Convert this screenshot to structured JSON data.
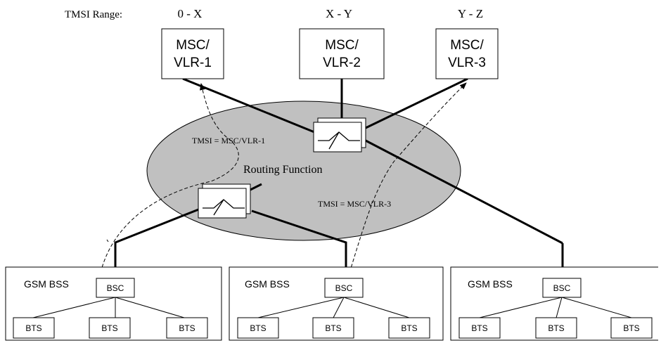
{
  "header": {
    "range_label": "TMSI Range:",
    "ranges": [
      "0 - X",
      "X - Y",
      "Y - Z"
    ]
  },
  "msc": [
    {
      "line1": "MSC/",
      "line2": "VLR-1"
    },
    {
      "line1": "MSC/",
      "line2": "VLR-2"
    },
    {
      "line1": "MSC/",
      "line2": "VLR-3"
    }
  ],
  "routing": {
    "label": "Routing Function",
    "fill_color": "#c0c0c0",
    "tmsi_label_1": "TMSI = MSC/VLR-1",
    "tmsi_label_3": "TMSI = MSC/VLR-3"
  },
  "bss": [
    {
      "title": "GSM BSS",
      "bsc": "BSC",
      "bts": [
        "BTS",
        "BTS",
        "BTS"
      ]
    },
    {
      "title": "GSM BSS",
      "bsc": "BSC",
      "bts": [
        "BTS",
        "BTS",
        "BTS"
      ]
    },
    {
      "title": "GSM BSS",
      "bsc": "BSC",
      "bts": [
        "BTS",
        "BTS",
        "BTS"
      ]
    }
  ]
}
